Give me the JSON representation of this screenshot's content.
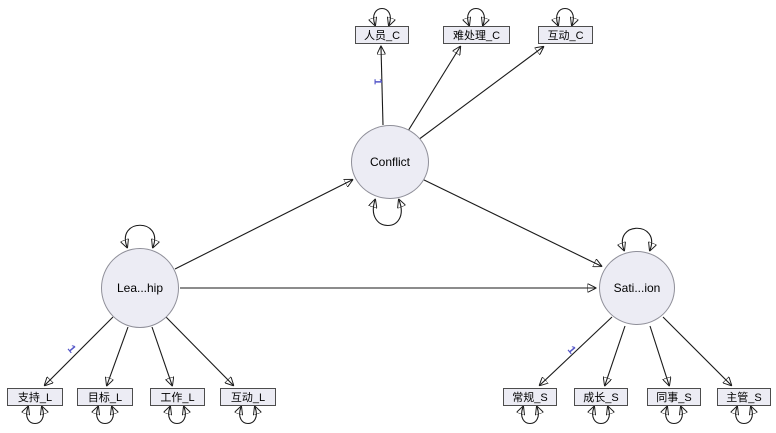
{
  "nodes": {
    "latent": [
      {
        "id": "conflict",
        "label": "Conflict"
      },
      {
        "id": "leadership",
        "label": "Lea...hip"
      },
      {
        "id": "satisfaction",
        "label": "Sati...ion"
      }
    ],
    "observed": [
      {
        "id": "renyuan_c",
        "label": "人员_C",
        "group": "conflict"
      },
      {
        "id": "nanchuli_c",
        "label": "难处理_C",
        "group": "conflict"
      },
      {
        "id": "hudong_c",
        "label": "互动_C",
        "group": "conflict"
      },
      {
        "id": "zhichi_l",
        "label": "支持_L",
        "group": "leadership"
      },
      {
        "id": "mubiao_l",
        "label": "目标_L",
        "group": "leadership"
      },
      {
        "id": "gongzuo_l",
        "label": "工作_L",
        "group": "leadership"
      },
      {
        "id": "hudong_l",
        "label": "互动_L",
        "group": "leadership"
      },
      {
        "id": "changgui_s",
        "label": "常规_S",
        "group": "satisfaction"
      },
      {
        "id": "chengzhang_s",
        "label": "成长_S",
        "group": "satisfaction"
      },
      {
        "id": "tongshi_s",
        "label": "同事_S",
        "group": "satisfaction"
      },
      {
        "id": "zhuguan_s",
        "label": "主管_S",
        "group": "satisfaction"
      }
    ]
  },
  "weights": [
    {
      "value": "1",
      "path": "Conflict → 人员_C"
    },
    {
      "value": "1",
      "path": "Lea...hip → 支持_L"
    },
    {
      "value": "1",
      "path": "Sati...ion → 常规_S"
    }
  ],
  "colors": {
    "background": "#ffffff",
    "node_fill": "#ececf4",
    "ellipse_border": "#8f8f99",
    "rect_border": "#4d4d4d",
    "arrow": "#1a1a1a",
    "weight_label": "#5456c8"
  }
}
